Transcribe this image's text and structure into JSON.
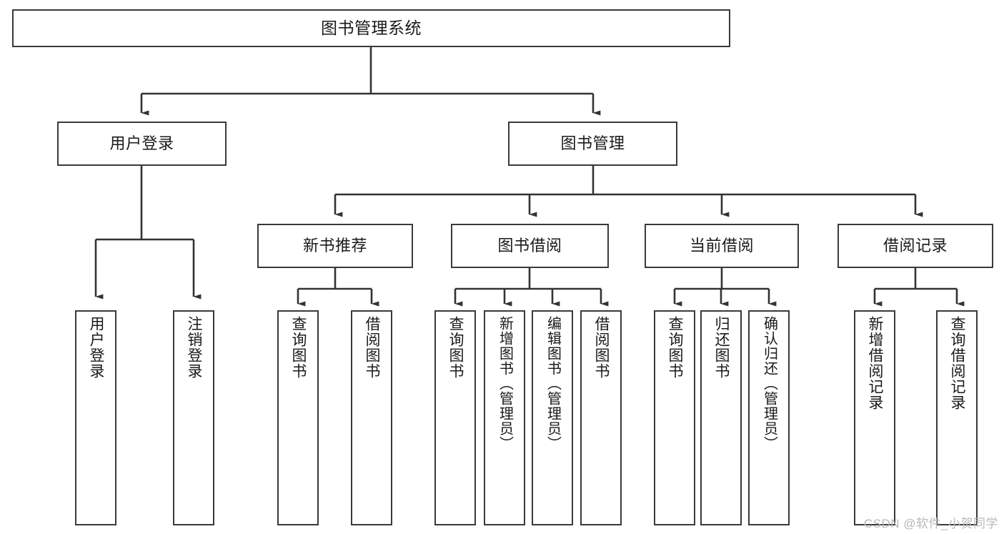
{
  "diagram": {
    "title": "图书管理系统",
    "type": "tree",
    "watermark": "CSDN @软件_小贺同学",
    "colors": {
      "border": "#3a3a3a",
      "text": "#1a1a1a",
      "background": "#ffffff",
      "edge": "#333333",
      "watermark": "#b9b9b9"
    },
    "nodes": {
      "root": {
        "label": "图书管理系统"
      },
      "level2": [
        {
          "id": "user-login",
          "label": "用户登录"
        },
        {
          "id": "book-manage",
          "label": "图书管理"
        }
      ],
      "level3": [
        {
          "id": "new-book-recommend",
          "label": "新书推荐"
        },
        {
          "id": "book-borrow",
          "label": "图书借阅"
        },
        {
          "id": "current-borrow",
          "label": "当前借阅"
        },
        {
          "id": "borrow-record",
          "label": "借阅记录"
        }
      ],
      "leaves": {
        "user_login": [
          {
            "id": "leaf-user-login",
            "label": "用户登录"
          },
          {
            "id": "leaf-logout-login",
            "label": "注销登录"
          }
        ],
        "new_book_recommend": [
          {
            "id": "leaf-query-book-1",
            "label": "查询图书"
          },
          {
            "id": "leaf-borrow-book-1",
            "label": "借阅图书"
          }
        ],
        "book_borrow": [
          {
            "id": "leaf-query-book-2",
            "label": "查询图书"
          },
          {
            "id": "leaf-add-book",
            "label": "新增图书（管理员）"
          },
          {
            "id": "leaf-edit-book",
            "label": "编辑图书（管理员）"
          },
          {
            "id": "leaf-borrow-book-2",
            "label": "借阅图书"
          }
        ],
        "current_borrow": [
          {
            "id": "leaf-query-book-3",
            "label": "查询图书"
          },
          {
            "id": "leaf-return-book",
            "label": "归还图书"
          },
          {
            "id": "leaf-confirm-return",
            "label": "确认归还（管理员）"
          }
        ],
        "borrow_record": [
          {
            "id": "leaf-add-record",
            "label": "新增借阅记录"
          },
          {
            "id": "leaf-query-record",
            "label": "查询借阅记录"
          }
        ]
      }
    }
  }
}
